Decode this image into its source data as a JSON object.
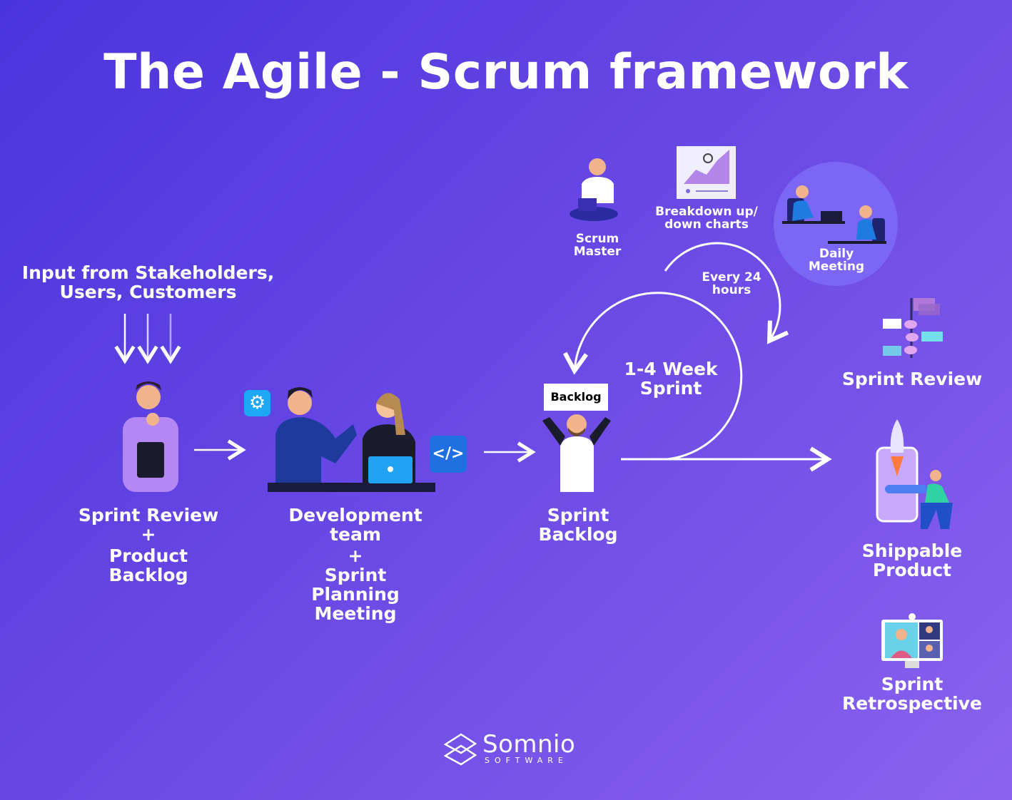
{
  "title": "The Agile - Scrum framework",
  "input_label": [
    "Input from Stakeholders,",
    "Users, Customers"
  ],
  "steps": {
    "sprint_review_product": [
      "Sprint Review",
      "+",
      "Product",
      "Backlog"
    ],
    "development": [
      "Development",
      "team",
      "+",
      "Sprint",
      "Planning",
      "Meeting"
    ],
    "sprint_backlog": [
      "Sprint",
      "Backlog"
    ],
    "backlog_card": "Backlog"
  },
  "sprint_loop": {
    "center_label": [
      "1-4 Week",
      "Sprint"
    ],
    "daily_label": [
      "Every 24",
      "hours"
    ]
  },
  "top_items": {
    "scrum_master": [
      "Scrum",
      "Master"
    ],
    "charts": [
      "Breakdown up/",
      "down charts"
    ],
    "daily_meeting": [
      "Daily",
      "Meeting"
    ]
  },
  "outputs": {
    "sprint_review": "Sprint Review",
    "shippable_product": [
      "Shippable",
      "Product"
    ],
    "sprint_retrospective": [
      "Sprint",
      "Retrospective"
    ]
  },
  "brand": {
    "name": "Somnio",
    "sub": "SOFTWARE"
  },
  "icons": [
    "settings-gear-icon",
    "code-icon",
    "arrow-right-icon",
    "arrow-down-icon"
  ],
  "colors": {
    "background_start": "#4a34dc",
    "background_end": "#8a62ee",
    "accent_blue": "#1ea7f4"
  }
}
